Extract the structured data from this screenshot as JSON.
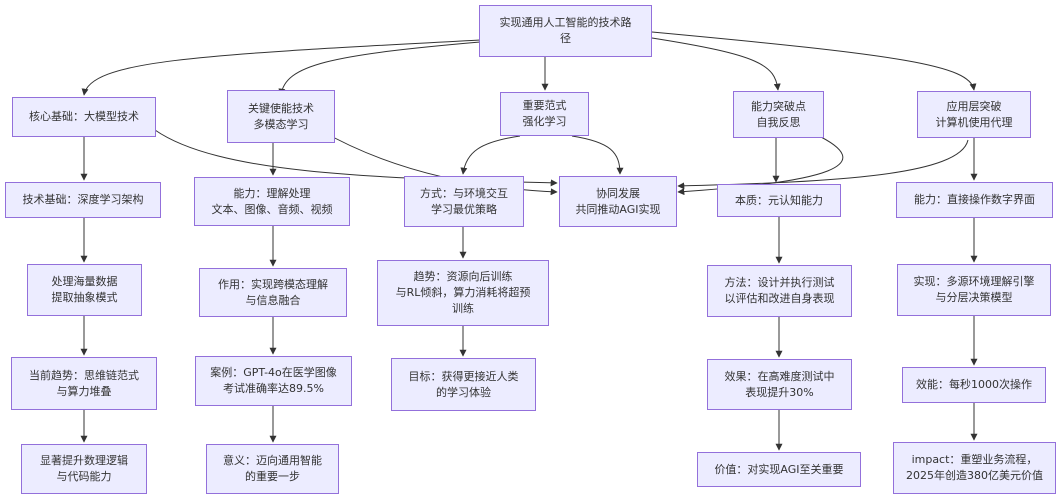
{
  "colors": {
    "node_fill": "#ececff",
    "node_border": "#9370db",
    "edge": "#333333",
    "text": "#333333"
  },
  "nodes": {
    "root": "实现通用人工智能的技术路\n径",
    "a0": "核心基础：大模型技术",
    "a1": "技术基础：深度学习架构",
    "a2": "处理海量数据\n提取抽象模式",
    "a3": "当前趋势：思维链范式\n与算力堆叠",
    "a4": "显著提升数理逻辑\n与代码能力",
    "b0": "关键使能技术\n多模态学习",
    "b1": "能力：理解处理\n文本、图像、音频、视频",
    "b2": "作用：实现跨模态理解\n与信息融合",
    "b3": "案例：GPT-4o在医学图像\n考试准确率达89.5%",
    "b4": "意义：迈向通用智能\n的重要一步",
    "c0": "重要范式\n强化学习",
    "c1": "方式：与环境交互\n学习最优策略",
    "c2": "趋势：资源向后训练\n与RL倾斜，算力消耗将超预\n训练",
    "c3": "目标：获得更接近人类\n的学习体验",
    "center": "协同发展\n共同推动AGI实现",
    "d0": "能力突破点\n自我反思",
    "d1": "本质：元认知能力",
    "d2": "方法：设计并执行测试\n以评估和改进自身表现",
    "d3": "效果：在高难度测试中\n表现提升30%",
    "d4": "价值：对实现AGI至关重要",
    "e0": "应用层突破\n计算机使用代理",
    "e1": "能力：直接操作数字界面",
    "e2": "实现：多源环境理解引擎\n与分层决策模型",
    "e3": "效能：每秒1000次操作",
    "e4": "impact：重塑业务流程，\n2025年创造380亿美元价值"
  }
}
